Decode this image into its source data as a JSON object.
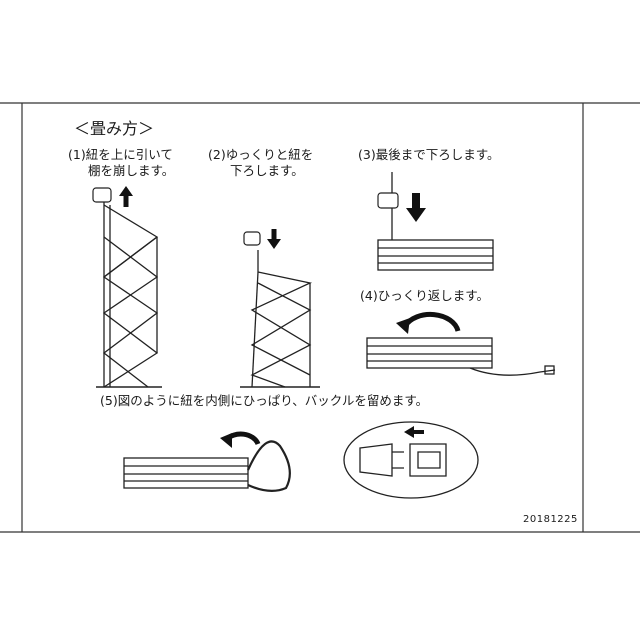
{
  "title": "＜畳み方＞",
  "steps": [
    {
      "number": "(1)",
      "line1": "紐を上に引いて",
      "line2": "棚を崩します。"
    },
    {
      "number": "(2)",
      "line1": "ゆっくりと紐を",
      "line2": "下ろします。"
    },
    {
      "number": "(3)",
      "line1": "最後まで下ろします。"
    },
    {
      "number": "(4)",
      "line1": "ひっくり返します。"
    },
    {
      "number": "(5)",
      "line1": "図のように紐を内側にひっぱり、バックルを留めます。"
    }
  ],
  "doc_code": "20181225",
  "colors": {
    "ink": "#1a1a1a",
    "line": "#222222",
    "background": "#ffffff"
  }
}
